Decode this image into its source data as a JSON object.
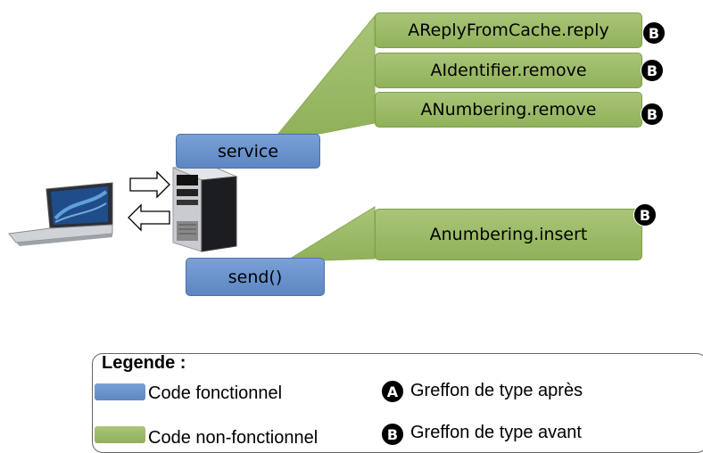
{
  "nodes": {
    "reply_from_cache": "AReplyFromCache.reply",
    "identifier_remove": "AIdentifier.remove",
    "numbering_remove": "ANumbering.remove",
    "numbering_insert": "Anumbering.insert",
    "service": "service",
    "send": "send()"
  },
  "badges": {
    "after": "A",
    "before": "B"
  },
  "legend": {
    "title": "Legende :",
    "functional": "Code fonctionnel",
    "non_functional": "Code non-fonctionnel",
    "after_label": "Greffon de type après",
    "before_label": "Greffon de type avant"
  },
  "colors": {
    "functional": "#6a90c9",
    "non_functional": "#9cbb66",
    "badge": "#000000"
  },
  "icons": [
    "laptop-icon",
    "server-tower-icon",
    "arrow-right-icon",
    "arrow-left-icon"
  ]
}
